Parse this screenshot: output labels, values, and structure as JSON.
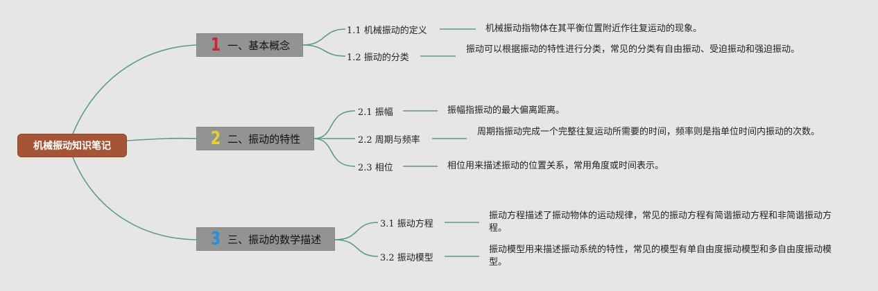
{
  "root": {
    "label": "机械振动知识笔记"
  },
  "colors": {
    "edge": "#5a9a8a",
    "root_bg": "#a55435",
    "branch_bg": "#929491"
  },
  "branches": [
    {
      "number": "1",
      "number_color": "#d0203a",
      "label": "一、基本概念",
      "children": [
        {
          "label": "1.1 机械振动的定义",
          "text": "机械振动指物体在其平衡位置附近作往复运动的现象。"
        },
        {
          "label": "1.2 振动的分类",
          "text": "振动可以根据振动的特性进行分类，常见的分类有自由振动、受迫振动和强迫振动。"
        }
      ]
    },
    {
      "number": "2",
      "number_color": "#e8cf3a",
      "label": "二、振动的特性",
      "children": [
        {
          "label": "2.1 振幅",
          "text": "振幅指振动的最大偏离距离。"
        },
        {
          "label": "2.2 周期与频率",
          "text": "周期指振动完成一个完整往复运动所需要的时间，频率则是指单位时间内振动的次数。"
        },
        {
          "label": "2.3 相位",
          "text": "相位用来描述振动的位置关系，常用角度或时间表示。"
        }
      ]
    },
    {
      "number": "3",
      "number_color": "#2a8fd6",
      "label": "三、振动的数学描述",
      "children": [
        {
          "label": "3.1 振动方程",
          "text": "振动方程描述了振动物体的运动规律，常见的振动方程有简谐振动方程和非简谐振动方程。"
        },
        {
          "label": "3.2 振动模型",
          "text": "振动模型用来描述振动系统的特性，常见的模型有单自由度振动模型和多自由度振动模型。"
        }
      ]
    }
  ]
}
